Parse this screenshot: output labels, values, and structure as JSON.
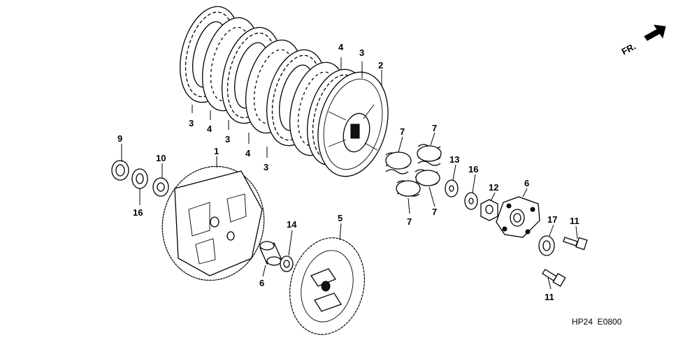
{
  "direction_label": "FR.",
  "diagram_code": "HP24  E0800",
  "callouts": {
    "c1": "1",
    "c2": "2",
    "c3a": "3",
    "c3b": "3",
    "c3c": "3",
    "c3d": "3",
    "c4a": "4",
    "c4b": "4",
    "c4c": "4",
    "c5": "5",
    "c6a": "6",
    "c6b": "6",
    "c7a": "7",
    "c7b": "7",
    "c7c": "7",
    "c7d": "7",
    "c9": "9",
    "c10": "10",
    "c11a": "11",
    "c11b": "11",
    "c12": "12",
    "c13": "13",
    "c14": "14",
    "c16a": "16",
    "c16b": "16",
    "c17": "17"
  },
  "icons": [
    "front-arrow-icon"
  ]
}
